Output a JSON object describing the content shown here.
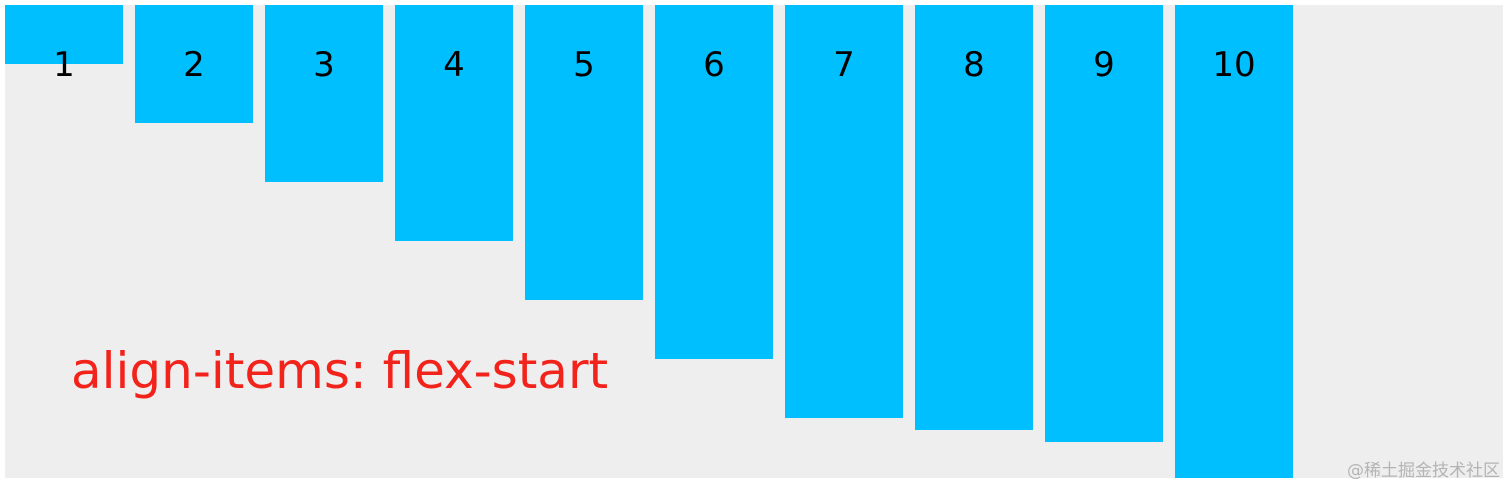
{
  "items": [
    "1",
    "2",
    "3",
    "4",
    "5",
    "6",
    "7",
    "8",
    "9",
    "10"
  ],
  "caption": "align-items: flex-start",
  "watermark": "@稀土掘金技术社区",
  "colors": {
    "container_background": "#eeeeee",
    "item_background": "#00bfff",
    "caption_text": "#f2231b",
    "watermark_text": "#b4b4b4"
  }
}
